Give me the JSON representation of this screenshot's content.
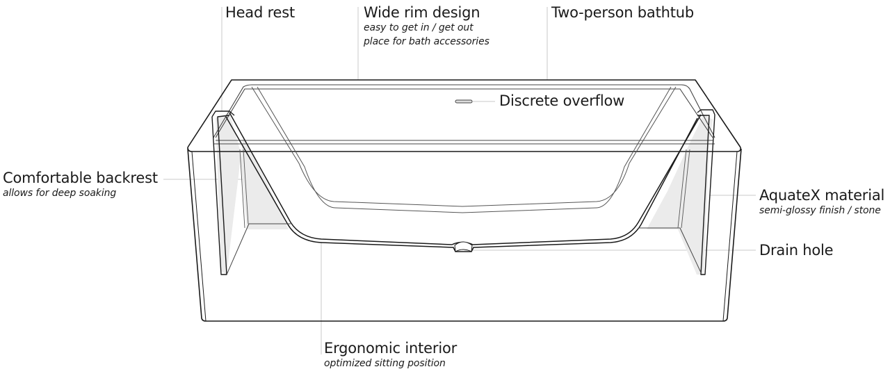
{
  "diagram": {
    "subject": "Two-person bathtub line drawing with feature callouts",
    "colors": {
      "outline": "#1a1a1a",
      "inner_line": "#555555",
      "leader_line": "#c8c8c8",
      "shade": "#ebebeb",
      "background": "#ffffff"
    },
    "callouts": {
      "head_rest": {
        "title": "Head rest"
      },
      "wide_rim": {
        "title": "Wide rim design",
        "lines": [
          "easy to get in / get out",
          "place for bath accessories"
        ]
      },
      "two_person": {
        "title": "Two-person bathtub"
      },
      "overflow": {
        "title": "Discrete overflow"
      },
      "backrest": {
        "title": "Comfortable backrest",
        "lines": [
          "allows for deep soaking"
        ]
      },
      "material": {
        "title": "AquateX material",
        "lines": [
          "semi-glossy finish / stone"
        ]
      },
      "drain": {
        "title": "Drain hole"
      },
      "ergonomic": {
        "title": "Ergonomic interior",
        "lines": [
          "optimized sitting position"
        ]
      }
    }
  }
}
